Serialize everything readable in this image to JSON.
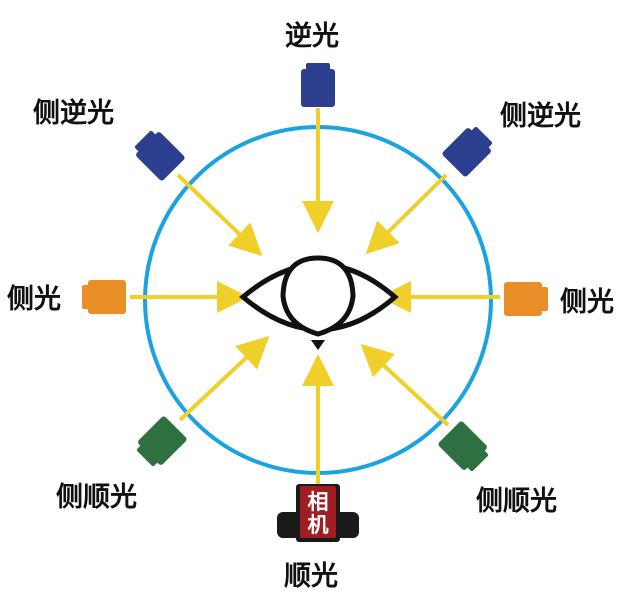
{
  "labels": {
    "top": "逆光",
    "top_left": "侧逆光",
    "top_right": "侧逆光",
    "left": "侧光",
    "right": "侧光",
    "bottom_left": "侧顺光",
    "bottom_right": "侧顺光",
    "bottom": "顺光"
  },
  "camera": {
    "badge_chars": [
      "相",
      "机"
    ]
  },
  "colors": {
    "ring": "#1aa3e0",
    "arrow": "#f0cf2a",
    "back_light": "#2c3f8f",
    "side_light": "#e98d27",
    "front_side_light": "#2f7040",
    "camera_body": "#1a1a1a",
    "camera_badge": "#9e1e24",
    "eye": "#111111"
  }
}
